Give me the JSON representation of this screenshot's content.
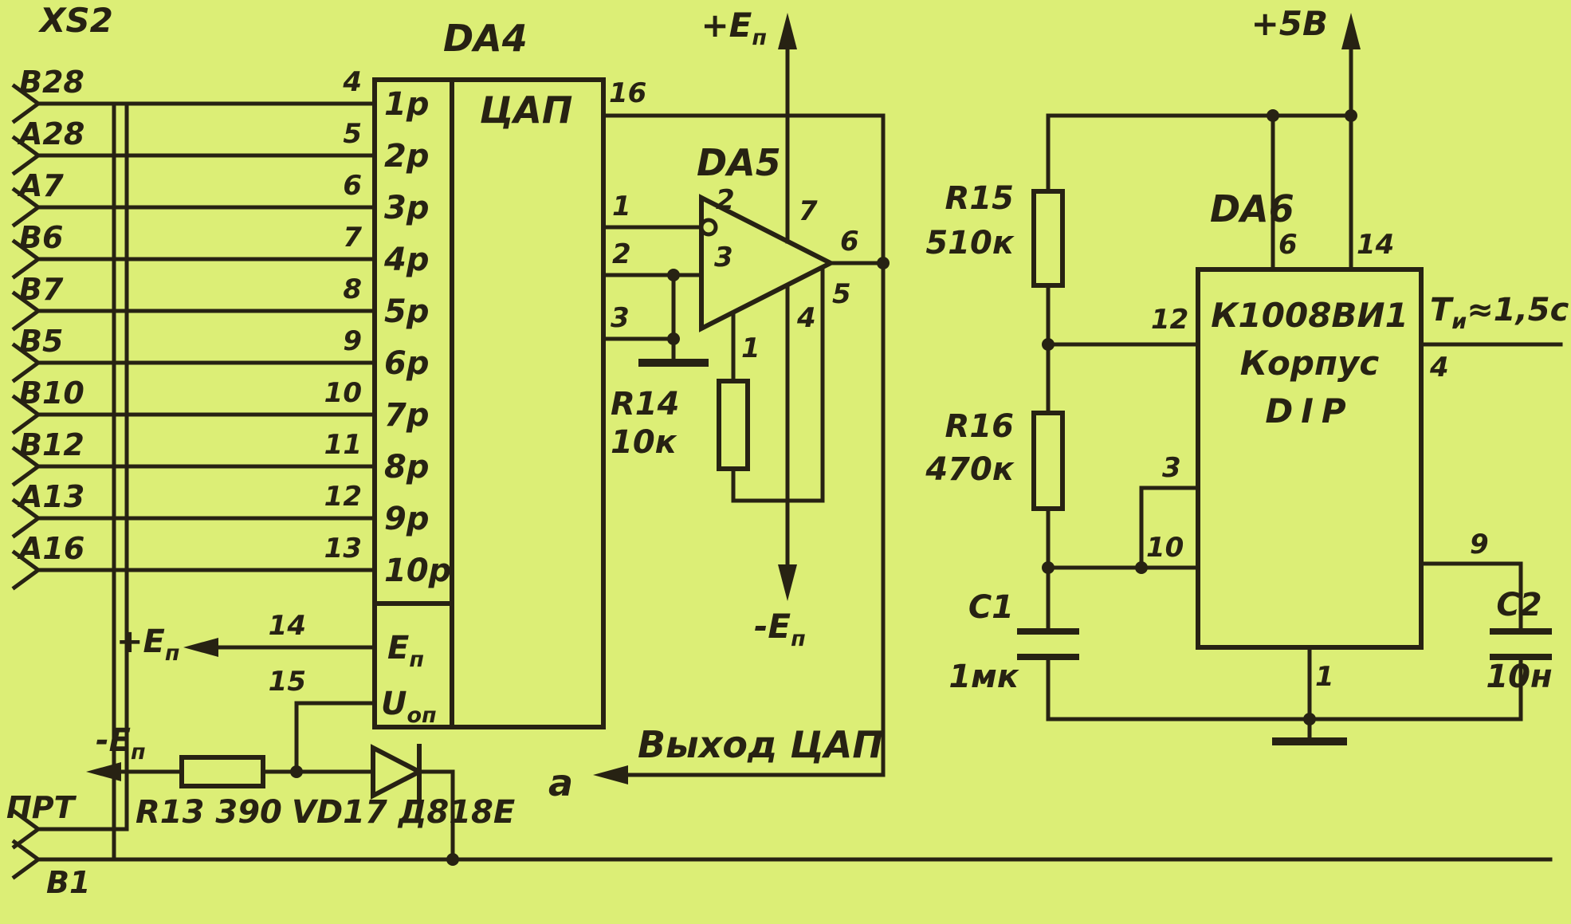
{
  "colors": {
    "background": "#dcee76",
    "ink": "#272213"
  },
  "connector": {
    "title": "XS2",
    "pins": [
      "В28",
      "А28",
      "А7",
      "В6",
      "В7",
      "В5",
      "В10",
      "В12",
      "А13",
      "А16"
    ],
    "prt": "ПРТ",
    "b1": "В1"
  },
  "da4": {
    "ref": "DA4",
    "title": "ЦАП",
    "bit_inputs": [
      "1р",
      "2р",
      "3р",
      "4р",
      "5р",
      "6р",
      "7р",
      "8р",
      "9р",
      "10р"
    ],
    "left_pin_numbers": [
      "4",
      "5",
      "6",
      "7",
      "8",
      "9",
      "10",
      "11",
      "12",
      "13"
    ],
    "pin14": "14",
    "pin15": "15",
    "pin16": "16",
    "en": {
      "main": "Е",
      "sub": "п"
    },
    "uref": {
      "main": "U",
      "sub": "оп"
    },
    "out_pin_numbers": [
      "1",
      "2",
      "3"
    ]
  },
  "da5": {
    "ref": "DA5",
    "pin_in_inv": "2",
    "pin_in_noninv": "3",
    "pin_vplus": "7",
    "pin_out": "6",
    "pin_vminus": "4",
    "pin_null1": "1",
    "pin_null5": "5"
  },
  "da6": {
    "ref": "DA6",
    "line1": "К1008ВИ1",
    "line2": "Корпус",
    "line3": "DIP",
    "pin6": "6",
    "pin14": "14",
    "pin12": "12",
    "pin3": "3",
    "pin10": "10",
    "pin9": "9",
    "pin4": "4",
    "pin1": "1",
    "t_pulse": {
      "main": "Т",
      "sub": "и",
      "rest": "≈1,5с"
    }
  },
  "components": {
    "r13": "R13 390",
    "vd17": "VD17 Д818Е",
    "r14_ref": "R14",
    "r14_val": "10к",
    "r15_ref": "R15",
    "r15_val": "510к",
    "r16_ref": "R16",
    "r16_val": "470к",
    "c1_ref": "С1",
    "c1_val": "1мк",
    "c2_ref": "С2",
    "c2_val": "10н"
  },
  "power": {
    "plus5": "+5В",
    "ep_plus": {
      "main": "+Е",
      "sub": "п"
    },
    "ep_minus": {
      "main": "-Е",
      "sub": "п"
    }
  },
  "output": {
    "label": "Выход ЦАП",
    "node": "а"
  }
}
